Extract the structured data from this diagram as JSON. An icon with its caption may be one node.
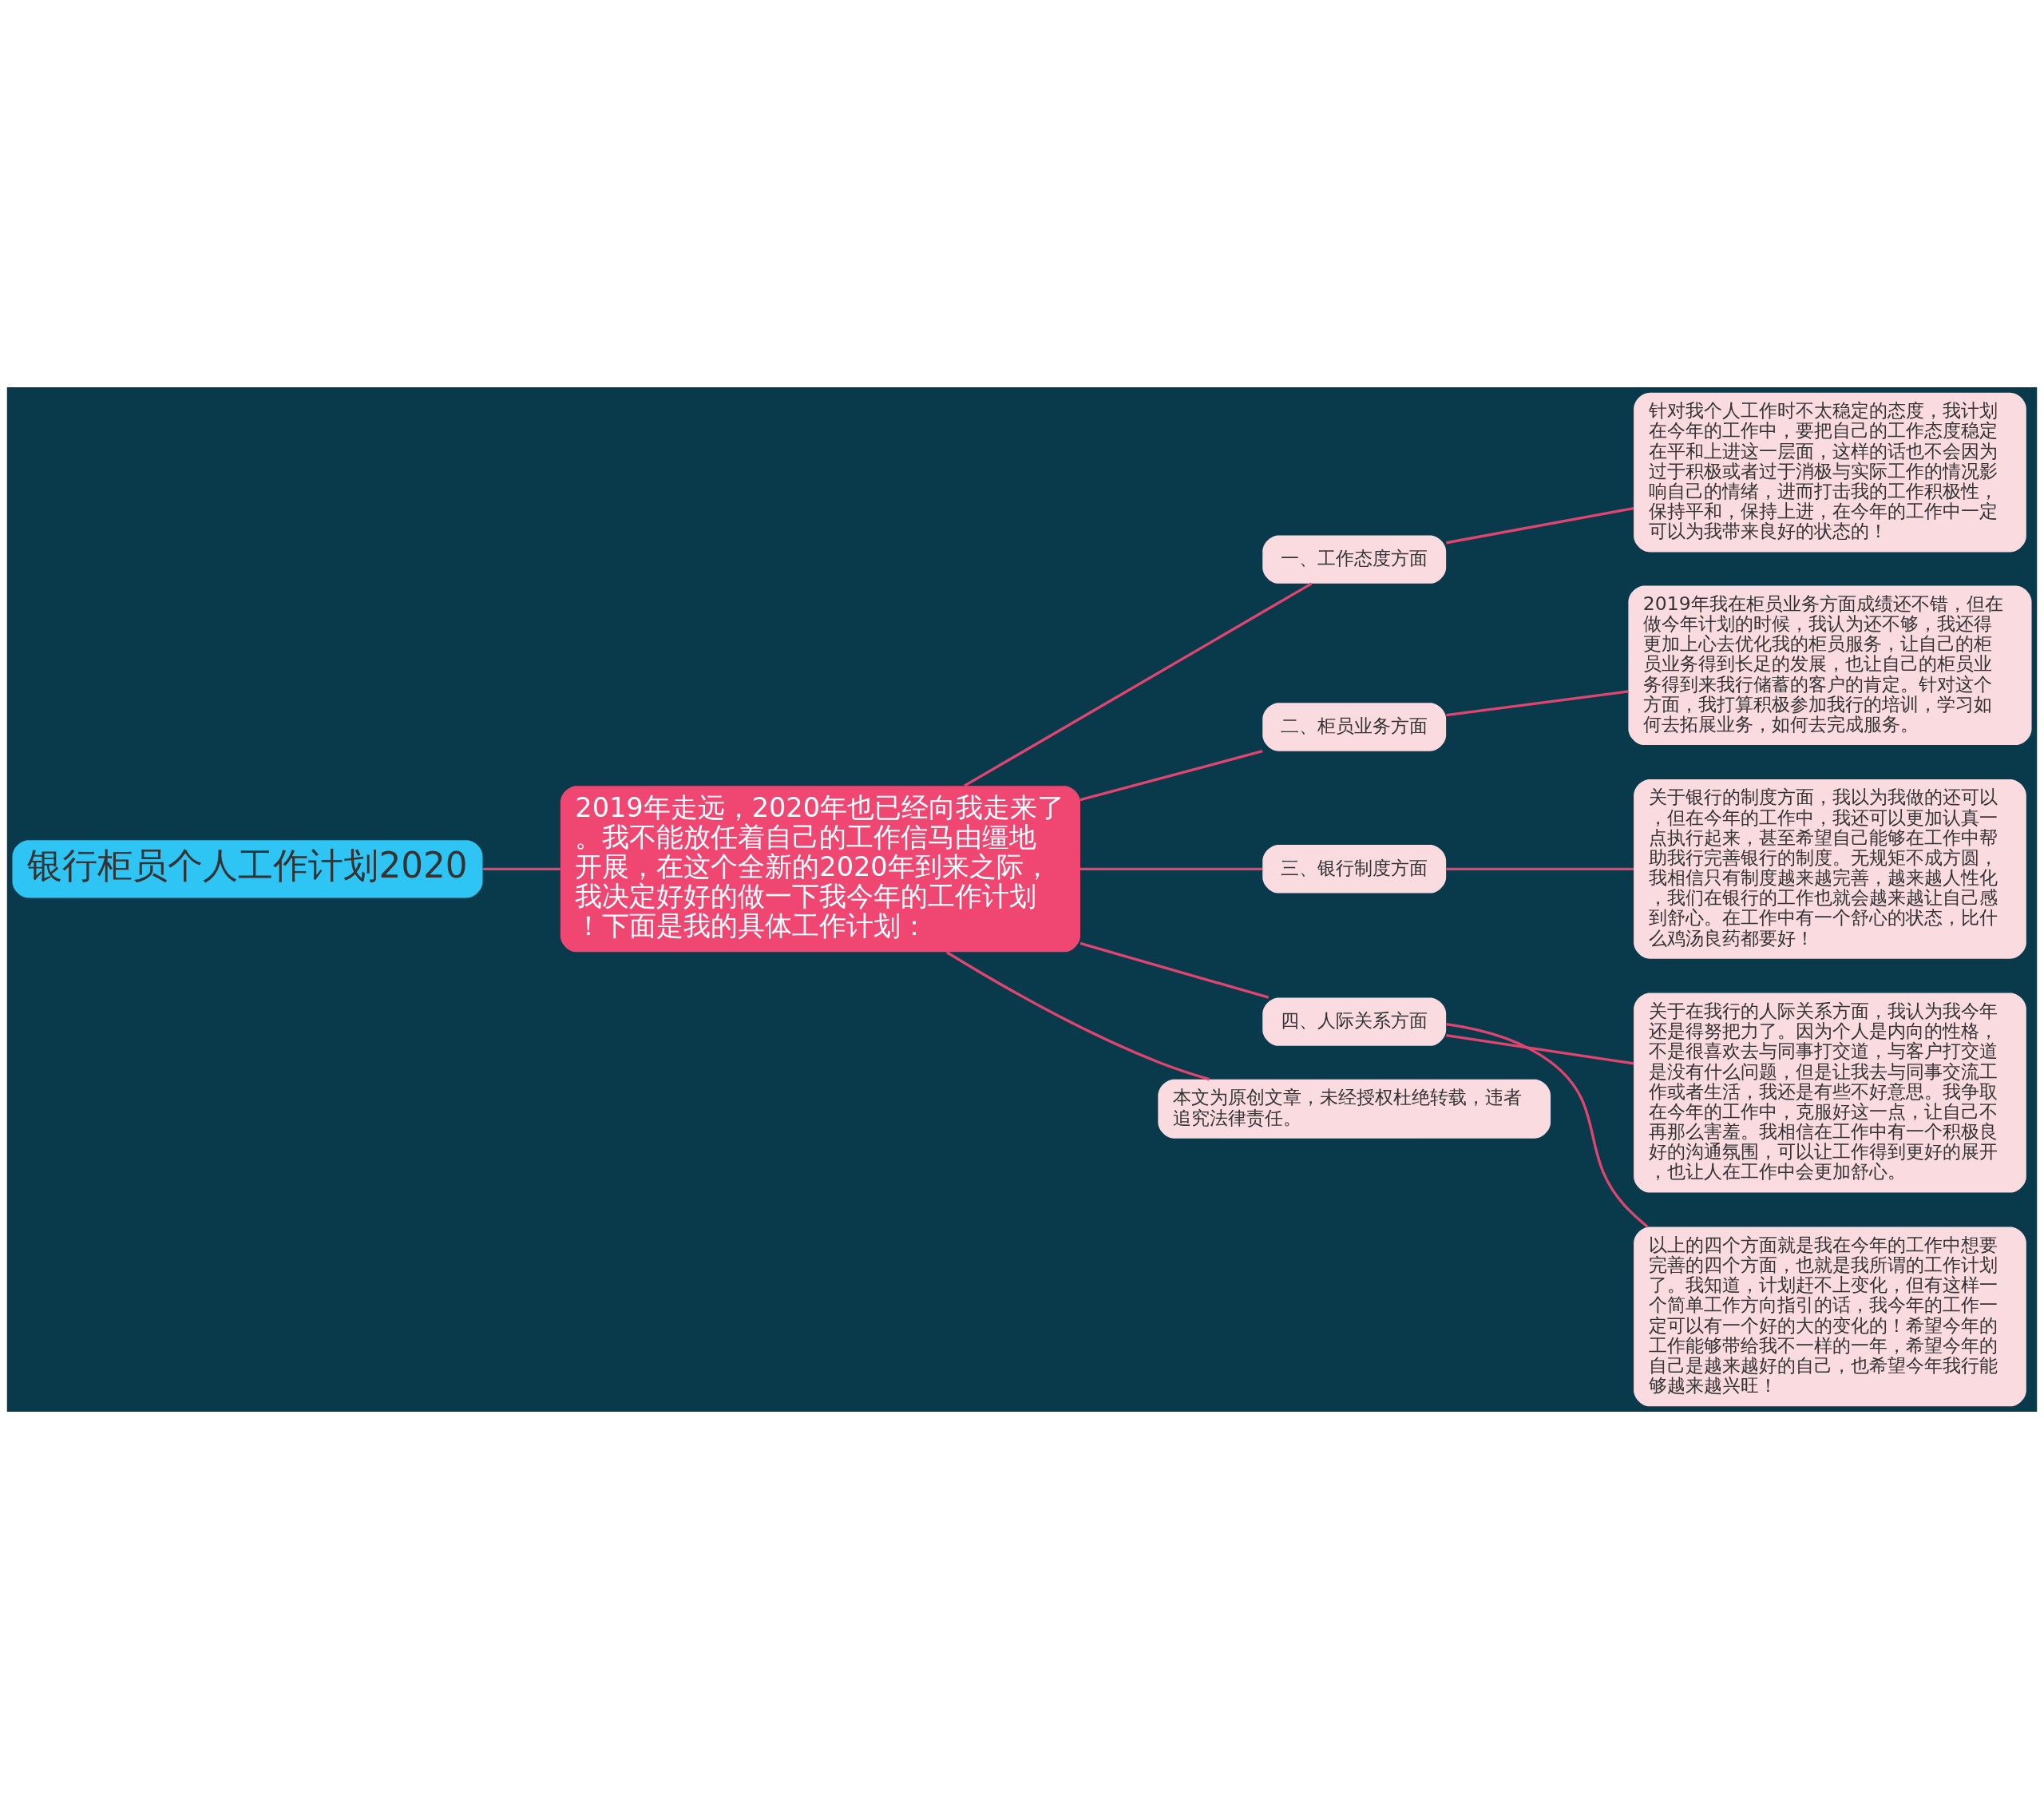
{
  "diagram": {
    "nodes": [
      {
        "text": [
          "银行柜员个人工作计划2020"
        ]
      },
      {
        "text": [
          "2019年走远，2020年也已经向我走来了。我不能放任着自己的工作信马由缰地开展，在这个全新的2020年到来之际，我决定好好的做一下我今年的工作计划！下面是我的具体工作计划："
        ]
      },
      {
        "text": [
          "一、工作态度方面"
        ]
      },
      {
        "text": [
          "针对我个人工作时不太稳定的态度，我计划在今年的工作中，要把自己的工作态度稳定在平和上进这一层面，这样的话也不会因为过于积极或者过于消极与实际工作的情况影响自己的情绪，进而打击我的工作积极性，保持平和，保持上进，在今年的工作中一定可以为我带来良好的状态的！"
        ]
      },
      {
        "text": [
          "二、柜员业务方面"
        ]
      },
      {
        "text": [
          "2019年我在柜员业务方面成绩还不错，但在做今年计划的时候，我认为还不够，我还得更加上心去优化我的柜员服务，让自己的柜员业务得到长足的发展，也让自己的柜员业务得到来我行储蓄的客户的肯定。针对这个方面，我打算积极参加我行的培训，学习如何去拓展业务，如何去完成服务。"
        ]
      },
      {
        "text": [
          "三、银行制度方面"
        ]
      },
      {
        "text": [
          "关于银行的制度方面，我以为我做的还可以，但在今年的工作中，我还可以更加认真一点执行起来，甚至希望自己能够在工作中帮助我行完善银行的制度。无规矩不成方圆，我相信只有制度越来越完善，越来越人性化，我们在银行的工作也就会越来越让自己感到舒心。在工作中有一个舒心的状态，比什么鸡汤良药都要好！"
        ]
      },
      {
        "text": [
          "四、人际关系方面"
        ]
      },
      {
        "text": [
          "关于在我行的人际关系方面，我认为我今年还是得努把力了。因为个人是内向的性格，不是很喜欢去与同事打交道，与客户打交道是没有什么问题，但是让我去与同事交流工作或者生活，我还是有些不好意思。我争取在今年的工作中，克服好这一点，让自己不再那么害羞。我相信在工作中有一个积极良好的沟通氛围，可以让工作得到更好的展开，也让人在工作中会更加舒心。"
        ]
      },
      {
        "text": [
          "以上的四个方面就是我在今年的工作中想要完善的四个方面，也就是我所谓的工作计划了。我知道，计划赶不上变化，但有这样一个简单工作方向指引的话，我今年的工作一定可以有一个好的大的变化的！希望今年的工作能够带给我不一样的一年，希望今年的自己是越来越好的自己，也希望今年我行能够越来越兴旺！"
        ]
      },
      {
        "text": [
          "本文为原创文章，未经授权杜绝转载，违者追究法律责任。"
        ]
      }
    ],
    "edges": [
      {
        "from": 0,
        "to": 1,
        "arrow": "none"
      },
      {
        "from": 1,
        "to": 2,
        "arrow": "none"
      },
      {
        "from": 1,
        "to": 4,
        "arrow": "none"
      },
      {
        "from": 1,
        "to": 6,
        "arrow": "none"
      },
      {
        "from": 1,
        "to": 8,
        "arrow": "none"
      },
      {
        "from": 1,
        "to": 11,
        "arrow": "none"
      },
      {
        "from": 2,
        "to": 3,
        "arrow": "none"
      },
      {
        "from": 4,
        "to": 5,
        "arrow": "none"
      },
      {
        "from": 6,
        "to": 7,
        "arrow": "none"
      },
      {
        "from": 8,
        "to": 9,
        "arrow": "none"
      },
      {
        "from": 8,
        "to": 10,
        "arrow": "none"
      }
    ]
  }
}
